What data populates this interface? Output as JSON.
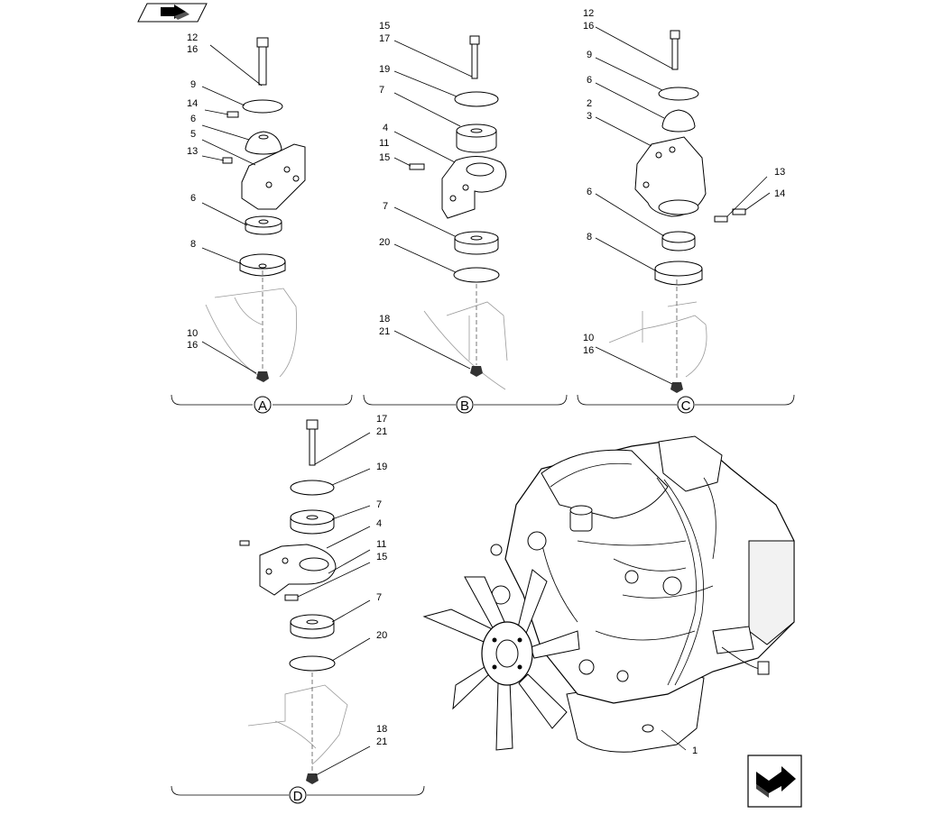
{
  "nav": {
    "prev_icon": "back-arrow-icon",
    "next_icon": "forward-arrow-icon"
  },
  "groups": [
    {
      "id": "A",
      "callouts": [
        "12",
        "16",
        "9",
        "14",
        "6",
        "5",
        "13",
        "6",
        "8",
        "10",
        "16"
      ]
    },
    {
      "id": "B",
      "callouts": [
        "15",
        "17",
        "19",
        "7",
        "4",
        "11",
        "15",
        "7",
        "20",
        "18",
        "21"
      ]
    },
    {
      "id": "C",
      "callouts": [
        "12",
        "16",
        "9",
        "6",
        "2",
        "3",
        "13",
        "14",
        "6",
        "8",
        "10",
        "16"
      ]
    },
    {
      "id": "D",
      "callouts": [
        "17",
        "21",
        "19",
        "7",
        "4",
        "11",
        "15",
        "7",
        "20",
        "18",
        "21"
      ]
    }
  ],
  "engine": {
    "callout": "1"
  }
}
